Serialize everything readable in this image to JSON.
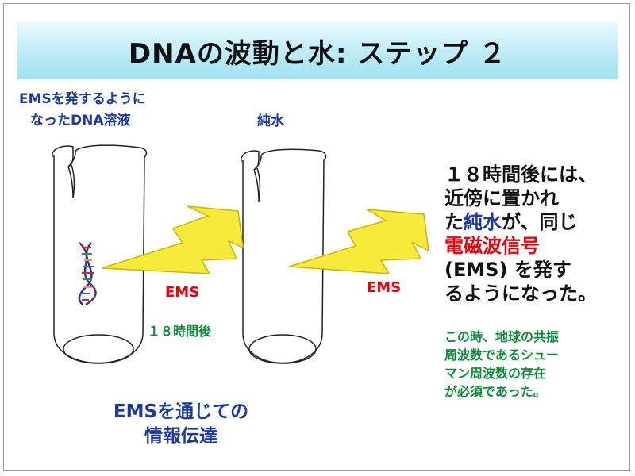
{
  "title": "DNAの波動と水: ステップ ２",
  "left_tube_label": [
    "EMSを発するように",
    "なったDNA溶液"
  ],
  "right_tube_label": "純水",
  "ems_left": "EMS",
  "ems_right": "EMS",
  "time_label": "１８時間後",
  "bottom_caption": [
    "EMSを通じての",
    "情報伝達"
  ],
  "main_text": {
    "line1": "１８時間後には、",
    "line2": "近傍に置かれ",
    "line3_a": "た",
    "line3_b": "純水",
    "line3_c": "が、同じ",
    "line4": "電磁波信号",
    "line5": "(EMS) を発す",
    "line6": "るようになった。"
  },
  "note_text": [
    "この時、地球の共振",
    "周波数であるシュー",
    "マン周波数の存在",
    "が必須であった。"
  ],
  "colors": {
    "title_gradient_top": "#e9fafd",
    "title_gradient_bottom": "#9fe1f2",
    "lightning": "#f7ea3a",
    "label_blue": "#1e3a9e",
    "signal_red": "#e8000c",
    "note_green": "#0f8a3a"
  }
}
